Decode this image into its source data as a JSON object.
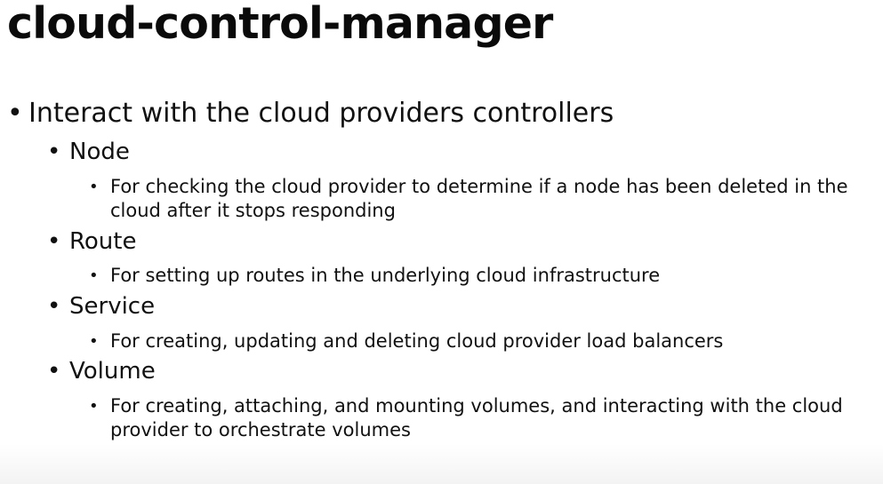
{
  "slide": {
    "title": "cloud-control-manager",
    "bullet_char": "•",
    "main_point": "Interact with the cloud providers controllers",
    "controllers": [
      {
        "name": "Node",
        "description": "For checking the cloud provider to determine if a node has been deleted in the cloud after it stops responding"
      },
      {
        "name": "Route",
        "description": "For setting up routes in the underlying cloud infrastructure"
      },
      {
        "name": "Service",
        "description": "For creating, updating and deleting cloud provider load balancers"
      },
      {
        "name": "Volume",
        "description": "For creating, attaching, and mounting volumes, and interacting with the cloud provider to orchestrate volumes"
      }
    ]
  }
}
